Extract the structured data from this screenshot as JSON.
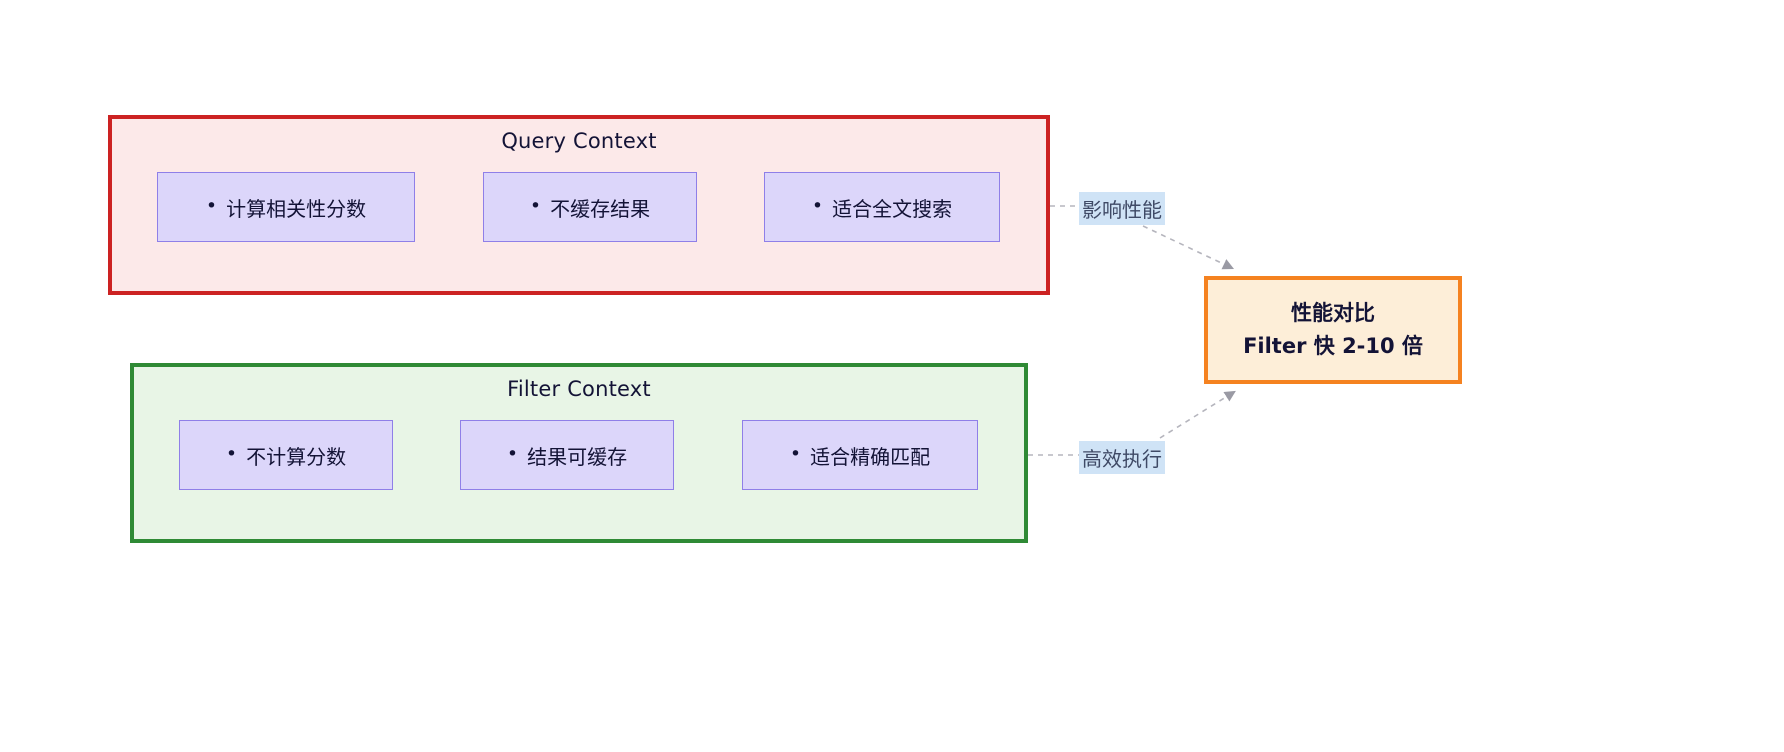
{
  "diagram": {
    "type": "flowchart",
    "background": "#ffffff",
    "groups": [
      {
        "id": "query-context",
        "title": "Query Context",
        "border_color": "#cc2222",
        "fill_color": "#fce9e9",
        "items": [
          {
            "bullet": "•",
            "label": "计算相关性分数"
          },
          {
            "bullet": "•",
            "label": "不缓存结果"
          },
          {
            "bullet": "•",
            "label": "适合全文搜索"
          }
        ]
      },
      {
        "id": "filter-context",
        "title": "Filter Context",
        "border_color": "#2f8a35",
        "fill_color": "#e8f5e6",
        "items": [
          {
            "bullet": "•",
            "label": "不计算分数"
          },
          {
            "bullet": "•",
            "label": "结果可缓存"
          },
          {
            "bullet": "•",
            "label": "适合精确匹配"
          }
        ]
      }
    ],
    "result": {
      "id": "performance-comparison",
      "line1": "性能对比",
      "line2": "Filter 快 2-10 倍",
      "border_color": "#f58220",
      "fill_color": "#fdeed8"
    },
    "edges": [
      {
        "id": "query-to-result",
        "from": "query-context",
        "to": "performance-comparison",
        "label": "影响性能",
        "style": "dashed",
        "color": "#b0b0b8",
        "label_background": "#cfe3f6",
        "label_color": "#3f4a66"
      },
      {
        "id": "filter-to-result",
        "from": "filter-context",
        "to": "performance-comparison",
        "label": "高效执行",
        "style": "dashed",
        "color": "#b0b0b8",
        "label_background": "#cfe3f6",
        "label_color": "#3f4a66"
      }
    ],
    "chip_style": {
      "fill_color": "#dcd6fa",
      "border_color": "#8f7fe8"
    }
  }
}
